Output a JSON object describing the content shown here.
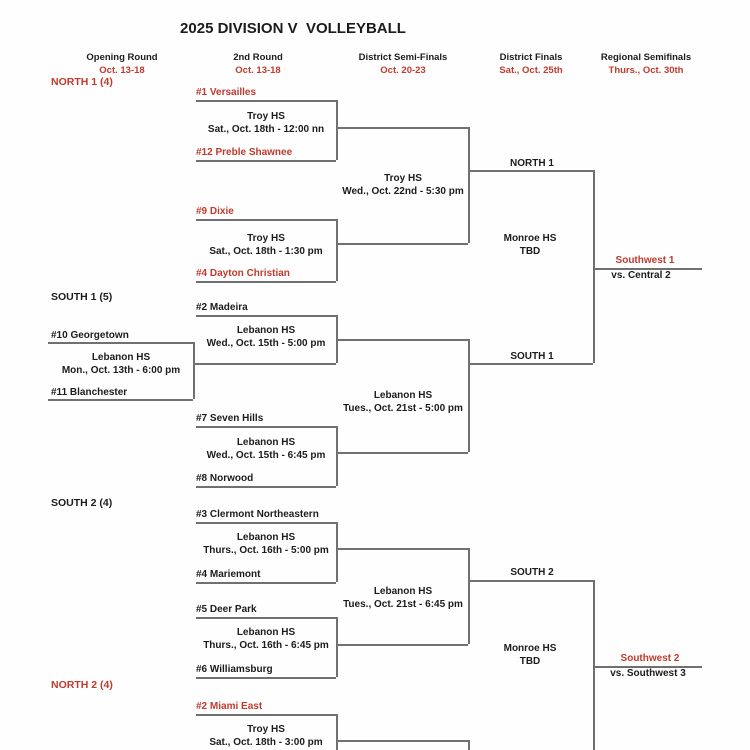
{
  "title": "2025 DIVISION V  VOLLEYBALL",
  "colors": {
    "accent_red": "#c13a2d",
    "text": "#1c1c1c",
    "line": "#707070"
  },
  "columns": [
    {
      "label": "Opening Round",
      "date": "Oct. 13-18"
    },
    {
      "label": "2nd Round",
      "date": "Oct. 13-18"
    },
    {
      "label": "District Semi-Finals",
      "date": "Oct. 20-23"
    },
    {
      "label": "District Finals",
      "date": "Sat., Oct. 25th"
    },
    {
      "label": "Regional Semifinals",
      "date": "Thurs., Oct. 30th"
    }
  ],
  "sections": {
    "north1": {
      "label": "NORTH 1 (4)",
      "game1": {
        "team1": "#1 Versailles",
        "venue": "Troy HS",
        "datetime": "Sat., Oct. 18th - 12:00 nn",
        "team2": "#12 Preble Shawnee"
      },
      "game2": {
        "team1": "#9 Dixie",
        "venue": "Troy HS",
        "datetime": "Sat., Oct. 18th - 1:30 pm",
        "team2": "#4 Dayton Christian"
      },
      "semifinal": {
        "venue": "Troy HS",
        "datetime": "Wed., Oct. 22nd - 5:30 pm"
      },
      "winner_label": "NORTH 1"
    },
    "south1": {
      "label": "SOUTH 1 (5)",
      "opening": {
        "team1": "#10 Georgetown",
        "venue": "Lebanon HS",
        "datetime": "Mon., Oct. 13th - 6:00 pm",
        "team2": "#11 Blanchester"
      },
      "game1": {
        "team1": "#2 Madeira",
        "venue": "Lebanon HS",
        "datetime": "Wed., Oct. 15th - 5:00 pm"
      },
      "game2": {
        "team1": "#7 Seven Hills",
        "venue": "Lebanon HS",
        "datetime": "Wed., Oct. 15th - 6:45 pm",
        "team2": "#8 Norwood"
      },
      "semifinal": {
        "venue": "Lebanon HS",
        "datetime": "Tues., Oct. 21st - 5:00 pm"
      },
      "winner_label": "SOUTH 1"
    },
    "south2": {
      "label": "SOUTH 2 (4)",
      "game1": {
        "team1": "#3 Clermont Northeastern",
        "venue": "Lebanon HS",
        "datetime": "Thurs., Oct. 16th - 5:00 pm",
        "team2": "#4 Mariemont"
      },
      "game2": {
        "team1": "#5 Deer Park",
        "venue": "Lebanon HS",
        "datetime": "Thurs., Oct. 16th - 6:45 pm",
        "team2": "#6 Williamsburg"
      },
      "semifinal": {
        "venue": "Lebanon HS",
        "datetime": "Tues., Oct. 21st - 6:45 pm"
      },
      "winner_label": "SOUTH 2"
    },
    "north2": {
      "label": "NORTH 2 (4)",
      "game1": {
        "team1": "#2 Miami East",
        "venue": "Troy HS",
        "datetime": "Sat., Oct. 18th - 3:00 pm"
      }
    }
  },
  "finals": {
    "district1": {
      "venue": "Monroe HS",
      "datetime": "TBD"
    },
    "district2": {
      "venue": "Monroe HS",
      "datetime": "TBD"
    },
    "regional1": {
      "winner": "Southwest 1",
      "opponent": "vs. Central 2"
    },
    "regional2": {
      "winner": "Southwest 2",
      "opponent": "vs. Southwest 3"
    }
  }
}
